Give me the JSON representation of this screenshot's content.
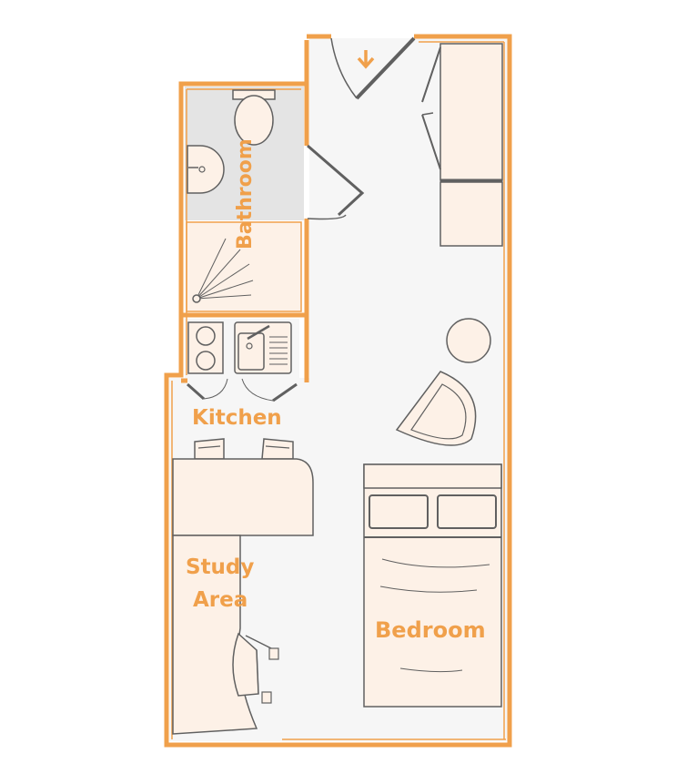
{
  "rooms": {
    "bathroom": "Bathroom",
    "kitchen": "Kitchen",
    "study_line1": "Study",
    "study_line2": "Area",
    "bedroom": "Bedroom"
  },
  "colors": {
    "wall": "#f0a04b",
    "floor": "#f6f6f6",
    "bathroom_floor": "#e4e4e4",
    "furniture_fill": "#fdf1e7",
    "line": "#606060",
    "label": "#f0a04b"
  },
  "icons": {
    "entrance": "down-arrow-icon"
  }
}
